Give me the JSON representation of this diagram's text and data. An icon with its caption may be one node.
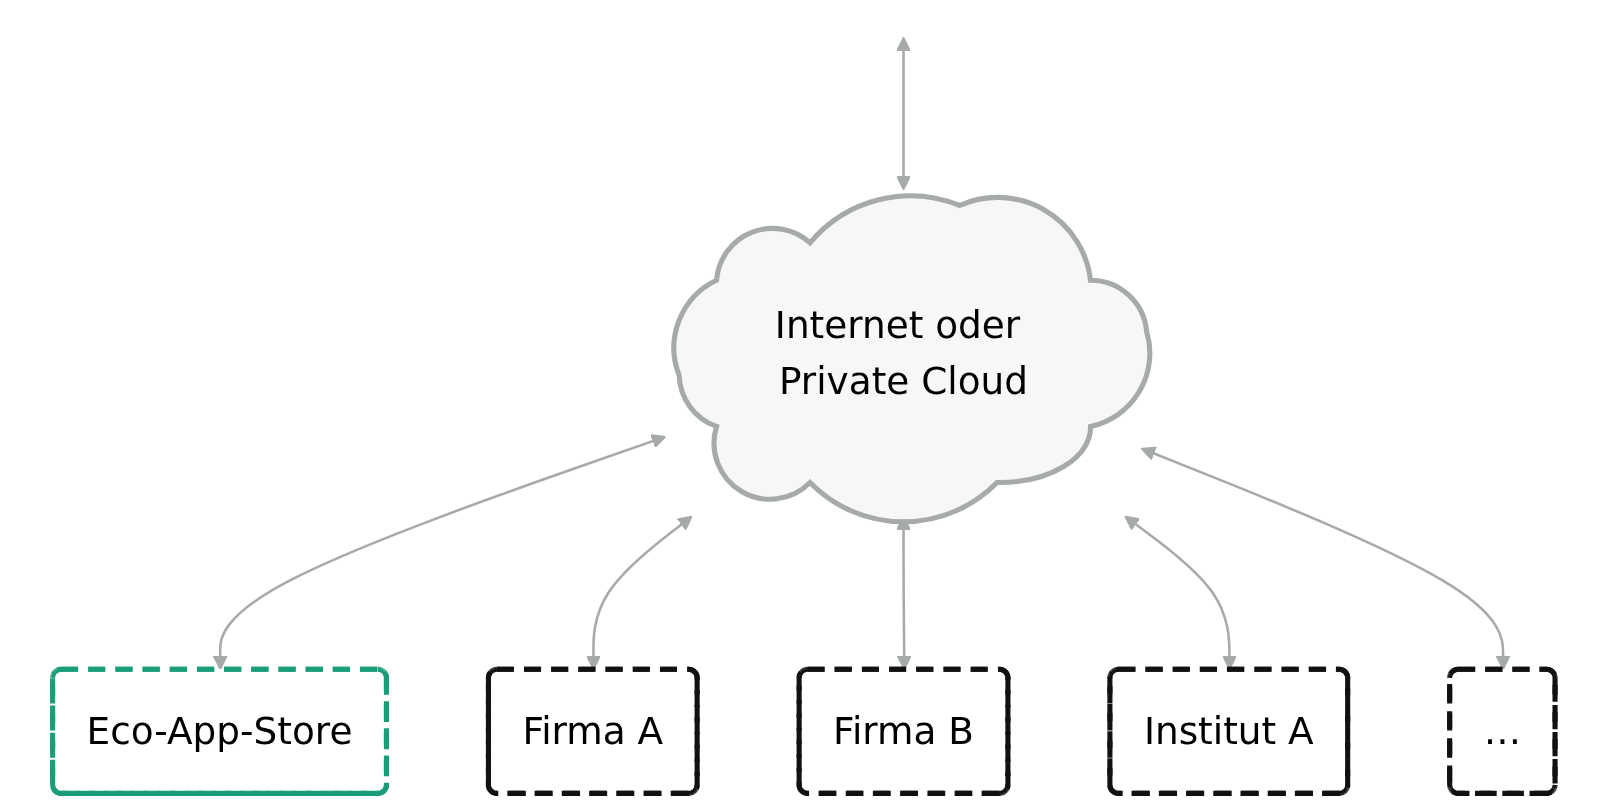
{
  "diagram": {
    "nodes": [
      {
        "text": [
          "Eco-App-Store"
        ]
      },
      {
        "text": [
          "Internet oder Private Cloud"
        ]
      },
      {
        "text": [
          "Firma A"
        ]
      },
      {
        "text": [
          "Institut A"
        ]
      },
      {
        "text": [
          "Firma B"
        ]
      },
      {
        "text": [
          "…"
        ]
      }
    ],
    "edges": [
      {
        "from": 1,
        "to": null,
        "arrow": "both"
      },
      {
        "from": 0,
        "to": 1,
        "arrow": "both"
      },
      {
        "from": 2,
        "to": 1,
        "arrow": "both"
      },
      {
        "from": 4,
        "to": 1,
        "arrow": "both"
      },
      {
        "from": 3,
        "to": 1,
        "arrow": "both"
      },
      {
        "from": 5,
        "to": 1,
        "arrow": "both"
      }
    ]
  }
}
